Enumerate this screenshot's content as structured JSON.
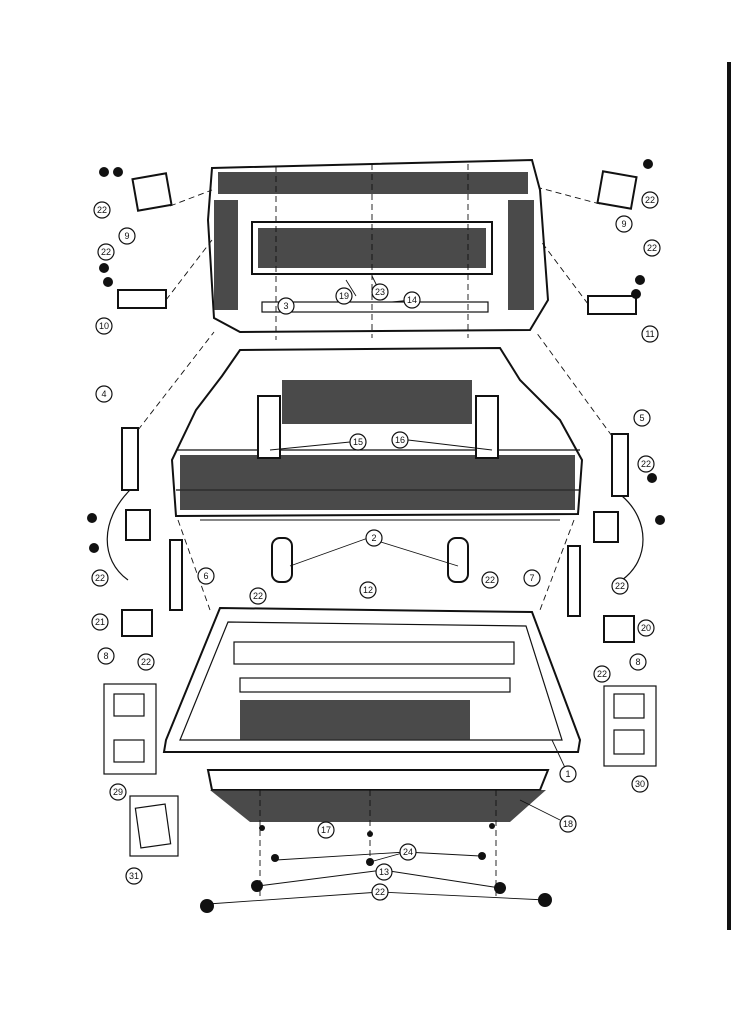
{
  "diagram": {
    "callouts": [
      {
        "id": "c9a",
        "label": "9"
      },
      {
        "id": "c9b",
        "label": "9"
      },
      {
        "id": "c22a",
        "label": "22"
      },
      {
        "id": "c22b",
        "label": "22"
      },
      {
        "id": "c22c",
        "label": "22"
      },
      {
        "id": "c22d",
        "label": "22"
      },
      {
        "id": "c22e",
        "label": "22"
      },
      {
        "id": "c22f",
        "label": "22"
      },
      {
        "id": "c22g",
        "label": "22"
      },
      {
        "id": "c22h",
        "label": "22"
      },
      {
        "id": "c22i",
        "label": "22"
      },
      {
        "id": "c22j",
        "label": "22"
      },
      {
        "id": "c22k",
        "label": "22"
      },
      {
        "id": "c22l",
        "label": "22"
      },
      {
        "id": "c10",
        "label": "10"
      },
      {
        "id": "c11",
        "label": "11"
      },
      {
        "id": "c3",
        "label": "3"
      },
      {
        "id": "c19",
        "label": "19"
      },
      {
        "id": "c23",
        "label": "23"
      },
      {
        "id": "c14",
        "label": "14"
      },
      {
        "id": "c4",
        "label": "4"
      },
      {
        "id": "c5",
        "label": "5"
      },
      {
        "id": "c15",
        "label": "15"
      },
      {
        "id": "c16",
        "label": "16"
      },
      {
        "id": "c2",
        "label": "2"
      },
      {
        "id": "c12",
        "label": "12"
      },
      {
        "id": "c6",
        "label": "6"
      },
      {
        "id": "c7",
        "label": "7"
      },
      {
        "id": "c21",
        "label": "21"
      },
      {
        "id": "c20",
        "label": "20"
      },
      {
        "id": "c8a",
        "label": "8"
      },
      {
        "id": "c8b",
        "label": "8"
      },
      {
        "id": "c1",
        "label": "1"
      },
      {
        "id": "c29",
        "label": "29"
      },
      {
        "id": "c30",
        "label": "30"
      },
      {
        "id": "c31",
        "label": "31"
      },
      {
        "id": "c18",
        "label": "18"
      },
      {
        "id": "c17",
        "label": "17"
      },
      {
        "id": "c24",
        "label": "24"
      },
      {
        "id": "c13",
        "label": "13"
      }
    ]
  }
}
